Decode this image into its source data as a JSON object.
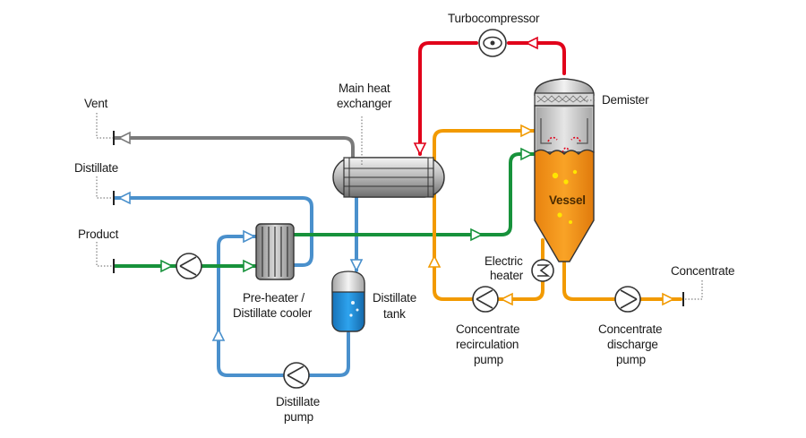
{
  "labels": {
    "turbocompressor": "Turbocompressor",
    "demister": "Demister",
    "main_heat_exchanger": [
      "Main heat",
      "exchanger"
    ],
    "vent": "Vent",
    "distillate": "Distillate",
    "product": "Product",
    "vessel": "Vessel",
    "electric_heater": [
      "Electric",
      "heater"
    ],
    "concentrate": "Concentrate",
    "pre_heater": [
      "Pre-heater /",
      "Distillate cooler"
    ],
    "distillate_tank": [
      "Distillate",
      "tank"
    ],
    "concentrate_recirculation_pump": [
      "Concentrate",
      "recirculation",
      "pump"
    ],
    "concentrate_discharge_pump": [
      "Concentrate",
      "discharge",
      "pump"
    ],
    "distillate_pump": [
      "Distillate",
      "pump"
    ]
  },
  "colors": {
    "vapor": "#e1001a",
    "vent": "#7a7a7a",
    "distillate": "#4a90cc",
    "product": "#17923b",
    "concentrate": "#f29a00",
    "liquid_orange": "#f7941d",
    "tank_blue": "#1e8fd6"
  },
  "icons": [
    "pump-icon",
    "heater-coil-icon",
    "heat-exchanger-icon",
    "vessel-icon",
    "tank-icon",
    "flow-arrow-icon"
  ]
}
